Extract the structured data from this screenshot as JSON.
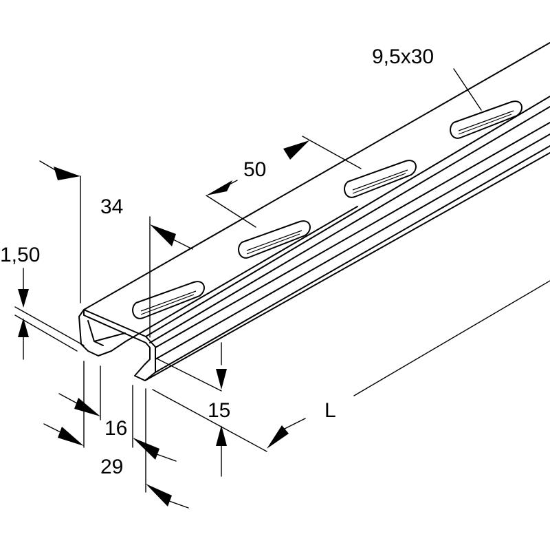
{
  "diagram": {
    "dimensions": {
      "slot": "9,5x30",
      "pitch": "50",
      "height": "34",
      "thickness": "1,50",
      "lip_width": "16",
      "width": "29",
      "lip_depth": "15",
      "length": "L"
    },
    "colors": {
      "line": "#000000",
      "background": "#ffffff"
    }
  }
}
